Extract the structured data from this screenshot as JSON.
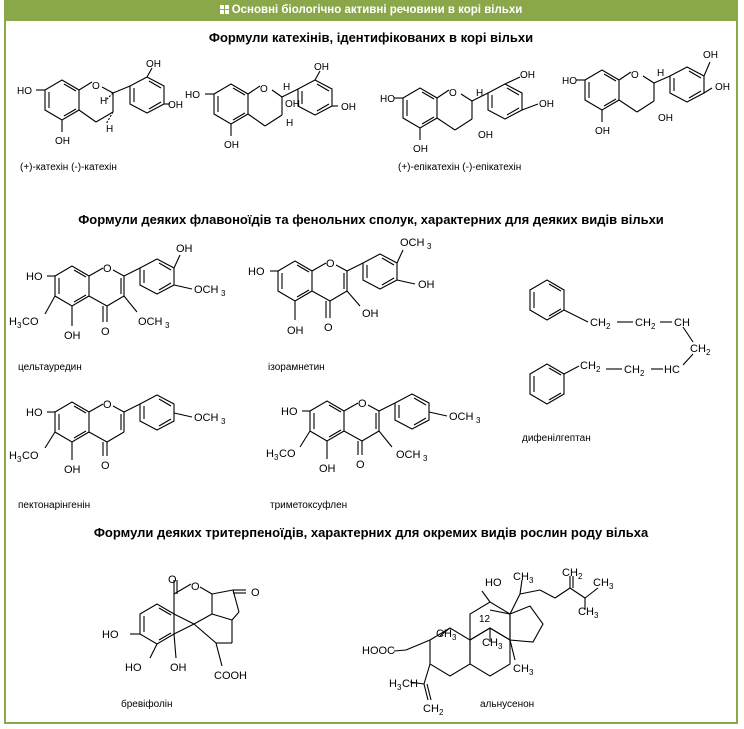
{
  "banner": {
    "title": "Основні біологічно активні речовини в корі вільхи",
    "icon": "grid-icon",
    "color": "#8aa84a"
  },
  "sections": {
    "catechins": {
      "heading": "Формули катехінів, ідентифікованих в корі вільхи",
      "caption1": "(+)-катехін (-)-катехін",
      "caption2": "(+)-епікатехін (-)-епікатехін"
    },
    "flavonoids": {
      "heading": "Формули деяких флавоноїдів та фенольних сполук, характерних для деяких видів вільхи",
      "captions": {
        "zeltauredin": "цельтауредин",
        "isorhamnetin": "ізорамнетин",
        "diphenylheptane": "дифенілгептан",
        "pectonaringenin": "пектонарінгенін",
        "trimethoxyflavone": "триметоксуфлен"
      }
    },
    "triterpenoids": {
      "heading": "Формули деяких тритерпеноїдів, характерних для окремих видів рослин роду вільха",
      "captions": {
        "brevifolin": "бревіфолін",
        "alnusenone": "альнусенон"
      }
    }
  },
  "atoms": {
    "HO": "HO",
    "OH": "OH",
    "O": "O",
    "H": "H",
    "OCH": "OCH",
    "H3C": "H",
    "CO": "CO",
    "CH3": "CH",
    "three": "3",
    "two": "2",
    "CH2": "CH",
    "CH": "CH",
    "HC": "HC",
    "COOH": "COOH",
    "HOOC": "HOOC",
    "n12": "12"
  }
}
